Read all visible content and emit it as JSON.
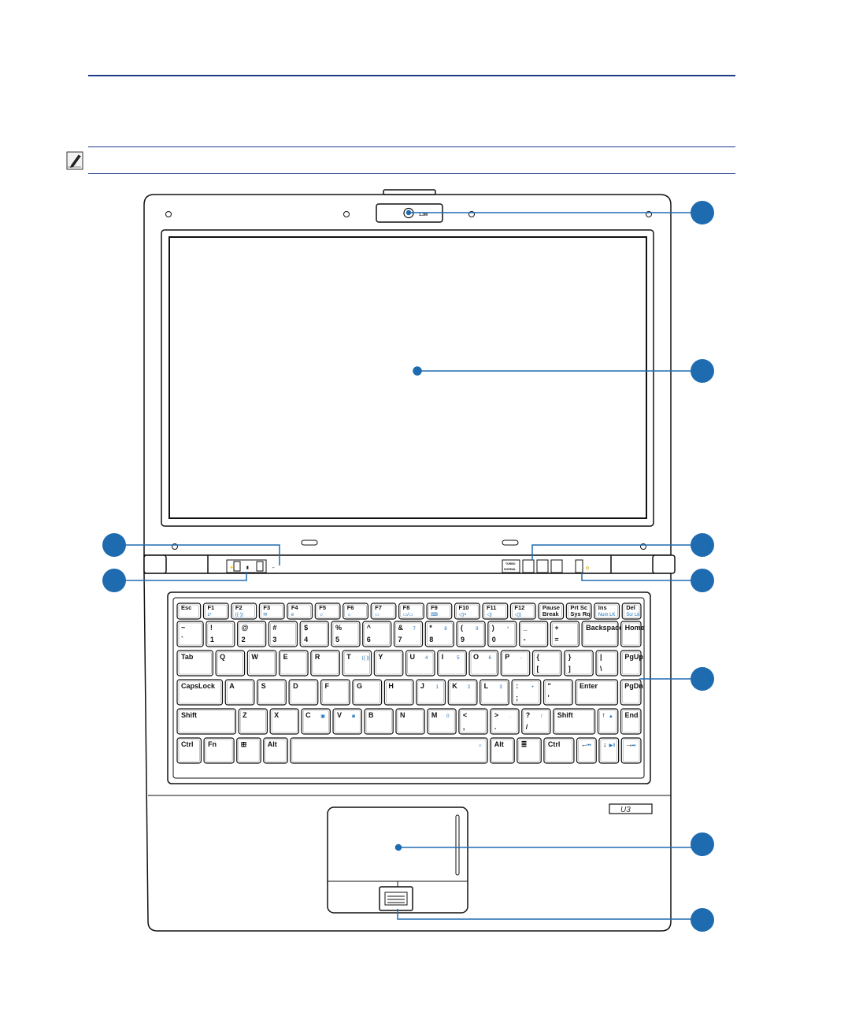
{
  "colors": {
    "accent": "#1e6bb0",
    "rule": "#1e3a8a",
    "outline": "#111111"
  },
  "icons": {
    "note": "note-pencil-icon"
  },
  "camera_label": "1.3M",
  "logo": "U3",
  "indicator_labels": {
    "turbo": "TURBO",
    "normal": "NORMAL"
  },
  "callouts": [
    {
      "id": "camera"
    },
    {
      "id": "display"
    },
    {
      "id": "mic"
    },
    {
      "id": "status-left"
    },
    {
      "id": "instant-keys"
    },
    {
      "id": "power"
    },
    {
      "id": "keyboard"
    },
    {
      "id": "touchpad"
    },
    {
      "id": "fingerprint"
    }
  ],
  "keyboard": {
    "rows": [
      [
        {
          "l": "Esc"
        },
        {
          "l": "F1",
          "b": "zᶻ"
        },
        {
          "l": "F2",
          "b": "((·))"
        },
        {
          "l": "F3",
          "b": "✉"
        },
        {
          "l": "F4",
          "b": "e"
        },
        {
          "l": "F5",
          "b": "☼"
        },
        {
          "l": "F6",
          "b": "☼"
        },
        {
          "l": "F7",
          "b": "▭"
        },
        {
          "l": "F8",
          "b": "▭/▭"
        },
        {
          "l": "F9",
          "b": "⌨"
        },
        {
          "l": "F10",
          "b": "◁)×"
        },
        {
          "l": "F11",
          "b": "◁)"
        },
        {
          "l": "F12",
          "b": "◁))"
        },
        {
          "l": "Pause",
          "l2": "Break"
        },
        {
          "l": "Prt Sc",
          "l2": "Sys Rq"
        },
        {
          "l": "Ins",
          "b": "Num LK"
        },
        {
          "l": "Del",
          "b": "Scr Lk"
        }
      ],
      [
        {
          "l": "~",
          "l2": "`"
        },
        {
          "l": "!",
          "l2": "1"
        },
        {
          "l": "@",
          "l2": "2"
        },
        {
          "l": "#",
          "l2": "3"
        },
        {
          "l": "$",
          "l2": "4"
        },
        {
          "l": "%",
          "l2": "5"
        },
        {
          "l": "^",
          "l2": "6"
        },
        {
          "l": "&",
          "l2": "7",
          "b": "7"
        },
        {
          "l": "*",
          "l2": "8",
          "b": "8"
        },
        {
          "l": "(",
          "l2": "9",
          "b": "9"
        },
        {
          "l": ")",
          "l2": "0",
          "b": "*"
        },
        {
          "l": "_",
          "l2": "-"
        },
        {
          "l": "+",
          "l2": "="
        },
        {
          "l": "Backspace"
        },
        {
          "l": "Home"
        }
      ],
      [
        {
          "l": "Tab"
        },
        {
          "l": "Q"
        },
        {
          "l": "W"
        },
        {
          "l": "E"
        },
        {
          "l": "R"
        },
        {
          "l": "T",
          "b": "((·))"
        },
        {
          "l": "Y"
        },
        {
          "l": "U",
          "b": "4"
        },
        {
          "l": "I",
          "b": "5"
        },
        {
          "l": "O",
          "b": "6"
        },
        {
          "l": "P",
          "b": "-"
        },
        {
          "l": "{",
          "l2": "["
        },
        {
          "l": "}",
          "l2": "]"
        },
        {
          "l": "|",
          "l2": "\\"
        },
        {
          "l": "PgUp"
        }
      ],
      [
        {
          "l": "CapsLock"
        },
        {
          "l": "A"
        },
        {
          "l": "S"
        },
        {
          "l": "D"
        },
        {
          "l": "F"
        },
        {
          "l": "G"
        },
        {
          "l": "H"
        },
        {
          "l": "J",
          "b": "1"
        },
        {
          "l": "K",
          "b": "2"
        },
        {
          "l": "L",
          "b": "3"
        },
        {
          "l": ":",
          "l2": ";",
          "b": "+"
        },
        {
          "l": "\"",
          "l2": "'"
        },
        {
          "l": "Enter"
        },
        {
          "l": "PgDn"
        }
      ],
      [
        {
          "l": "Shift"
        },
        {
          "l": "Z"
        },
        {
          "l": "X"
        },
        {
          "l": "C",
          "b": "▣"
        },
        {
          "l": "V",
          "b": "◙"
        },
        {
          "l": "B"
        },
        {
          "l": "N"
        },
        {
          "l": "M",
          "b": "0"
        },
        {
          "l": "<",
          "l2": ","
        },
        {
          "l": ">",
          "l2": ".",
          "b": "."
        },
        {
          "l": "?",
          "l2": "/",
          "b": "/"
        },
        {
          "l": "Shift"
        },
        {
          "l": "↑",
          "b": "▲"
        },
        {
          "l": "End"
        }
      ],
      [
        {
          "l": "Ctrl"
        },
        {
          "l": "Fn"
        },
        {
          "l": "⊞"
        },
        {
          "l": "Alt"
        },
        {
          "l": "",
          "b": "☼"
        },
        {
          "l": "Alt"
        },
        {
          "l": "≣"
        },
        {
          "l": "Ctrl"
        },
        {
          "l": "←",
          "b": "⏮"
        },
        {
          "l": "↓",
          "b": "▶II"
        },
        {
          "l": "→",
          "b": "⏭"
        }
      ]
    ]
  }
}
